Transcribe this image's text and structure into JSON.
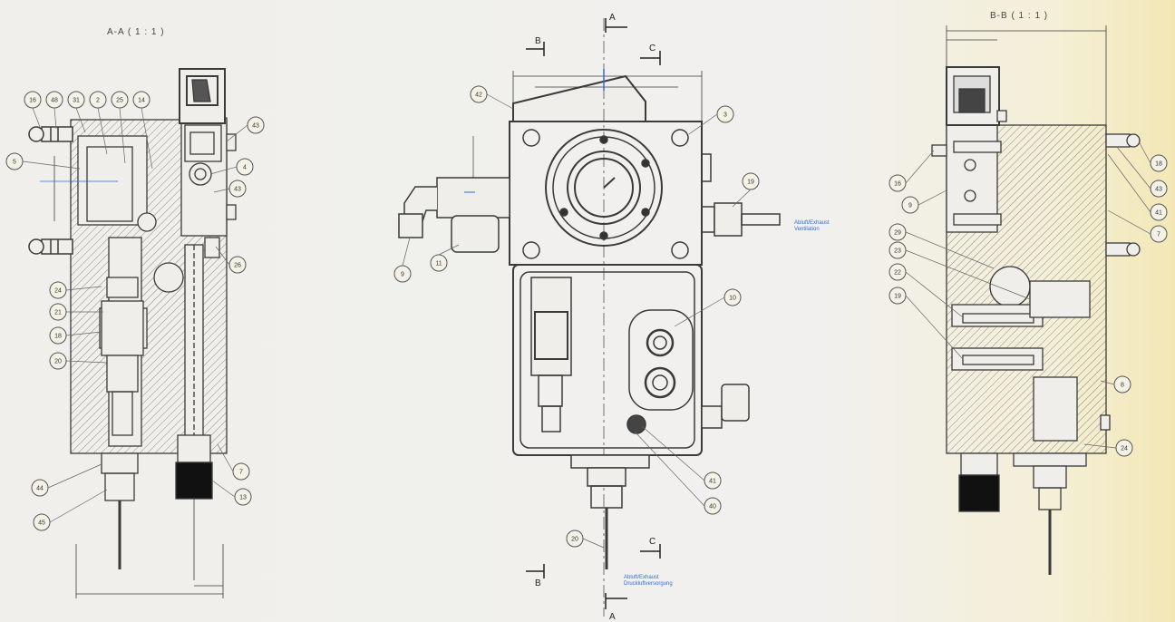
{
  "views": {
    "section_aa": {
      "title": "A-A ( 1 : 1 )"
    },
    "section_bb": {
      "title": "B-B ( 1 : 1 )"
    }
  },
  "notes": {
    "right_port": [
      "Abluft/Exhaust",
      "Ventilation"
    ],
    "bottom_port": [
      "Abluft/Exhaust",
      "Druckluftversorgung"
    ]
  },
  "section_markers": {
    "top_a": "A",
    "bottom_a": "A",
    "top_b": "B",
    "bottom_b": "B",
    "top_c": "C",
    "bottom_c": "C"
  },
  "balloons": {
    "left": [
      "16",
      "48",
      "31",
      "2",
      "25",
      "14",
      "5",
      "43",
      "4",
      "43",
      "26",
      "24",
      "21",
      "18",
      "20",
      "44",
      "45",
      "13",
      "7"
    ],
    "center": [
      "42",
      "3",
      "19",
      "9",
      "11",
      "10",
      "41",
      "40",
      "20"
    ],
    "right": [
      "16",
      "9",
      "29",
      "23",
      "22",
      "19",
      "18",
      "43",
      "41",
      "7",
      "8",
      "24"
    ]
  },
  "colors": {
    "line": "#3a3a3a",
    "hatch": "#8a8a8a",
    "accent_blue": "#2f6fd6",
    "paper": "#efeeeb"
  }
}
